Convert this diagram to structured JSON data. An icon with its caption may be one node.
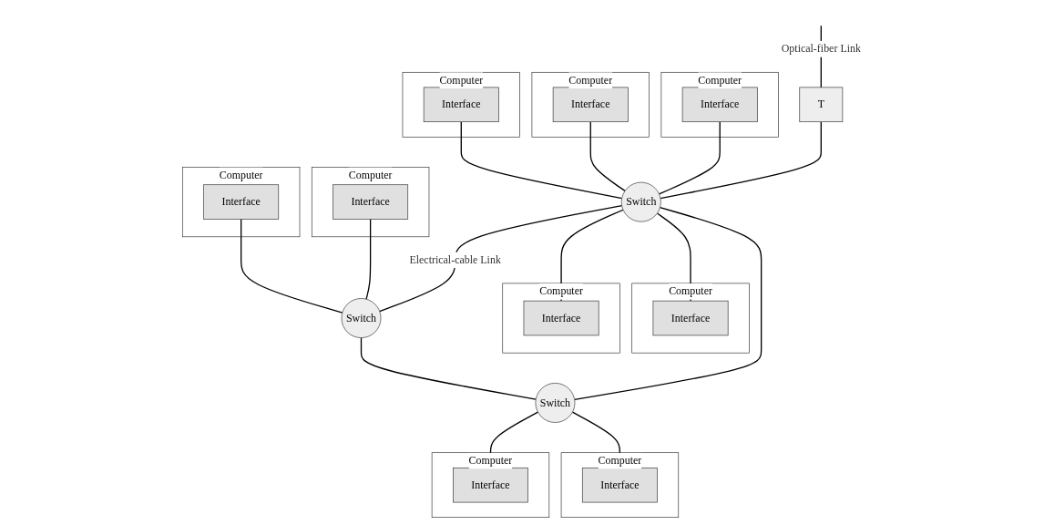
{
  "diagram": {
    "nodes": [
      {
        "text": [
          "Computer"
        ]
      },
      {
        "text": [
          "Interface"
        ],
        "in": 0
      },
      {
        "text": [
          "Computer"
        ]
      },
      {
        "text": [
          "Interface"
        ],
        "in": 2
      },
      {
        "text": [
          "Computer"
        ]
      },
      {
        "text": [
          "Interface"
        ],
        "in": 4
      },
      {
        "text": [
          "Computer"
        ]
      },
      {
        "text": [
          "Interface"
        ],
        "in": 6
      },
      {
        "text": [
          "Computer"
        ]
      },
      {
        "text": [
          "Interface"
        ],
        "in": 8
      },
      {
        "text": [
          "T"
        ]
      },
      {
        "text": [
          "Switch"
        ]
      },
      {
        "text": [
          "Switch"
        ]
      },
      {
        "text": [
          "Computer"
        ]
      },
      {
        "text": [
          "Interface"
        ],
        "in": 13
      },
      {
        "text": [
          "Computer"
        ]
      },
      {
        "text": [
          "Interface"
        ],
        "in": 15
      },
      {
        "text": [
          "Switch"
        ]
      },
      {
        "text": [
          "Computer"
        ]
      },
      {
        "text": [
          "Interface"
        ],
        "in": 18
      },
      {
        "text": [
          "Computer"
        ]
      },
      {
        "text": [
          "Interface"
        ],
        "in": 20
      }
    ],
    "edges": [
      {
        "from": 1,
        "to": 11,
        "arrow": "none"
      },
      {
        "from": 3,
        "to": 11,
        "arrow": "none"
      },
      {
        "from": 5,
        "to": 11,
        "arrow": "none"
      },
      {
        "from": 7,
        "to": 12,
        "arrow": "none"
      },
      {
        "from": 9,
        "to": 12,
        "arrow": "none"
      },
      {
        "from": null,
        "to": 10,
        "arrow": "none",
        "label": "Optical-fiber Link"
      },
      {
        "from": 10,
        "to": 11,
        "arrow": "none"
      },
      {
        "from": 11,
        "to": 12,
        "arrow": "none",
        "label": "Electrical-cable Link"
      },
      {
        "from": 11,
        "to": 14,
        "arrow": "none"
      },
      {
        "from": 11,
        "to": 16,
        "arrow": "none"
      },
      {
        "from": 11,
        "to": 17,
        "arrow": "none"
      },
      {
        "from": 12,
        "to": 17,
        "arrow": "none"
      },
      {
        "from": 17,
        "to": 19,
        "arrow": "none"
      },
      {
        "from": 17,
        "to": 21,
        "arrow": "none"
      }
    ]
  }
}
